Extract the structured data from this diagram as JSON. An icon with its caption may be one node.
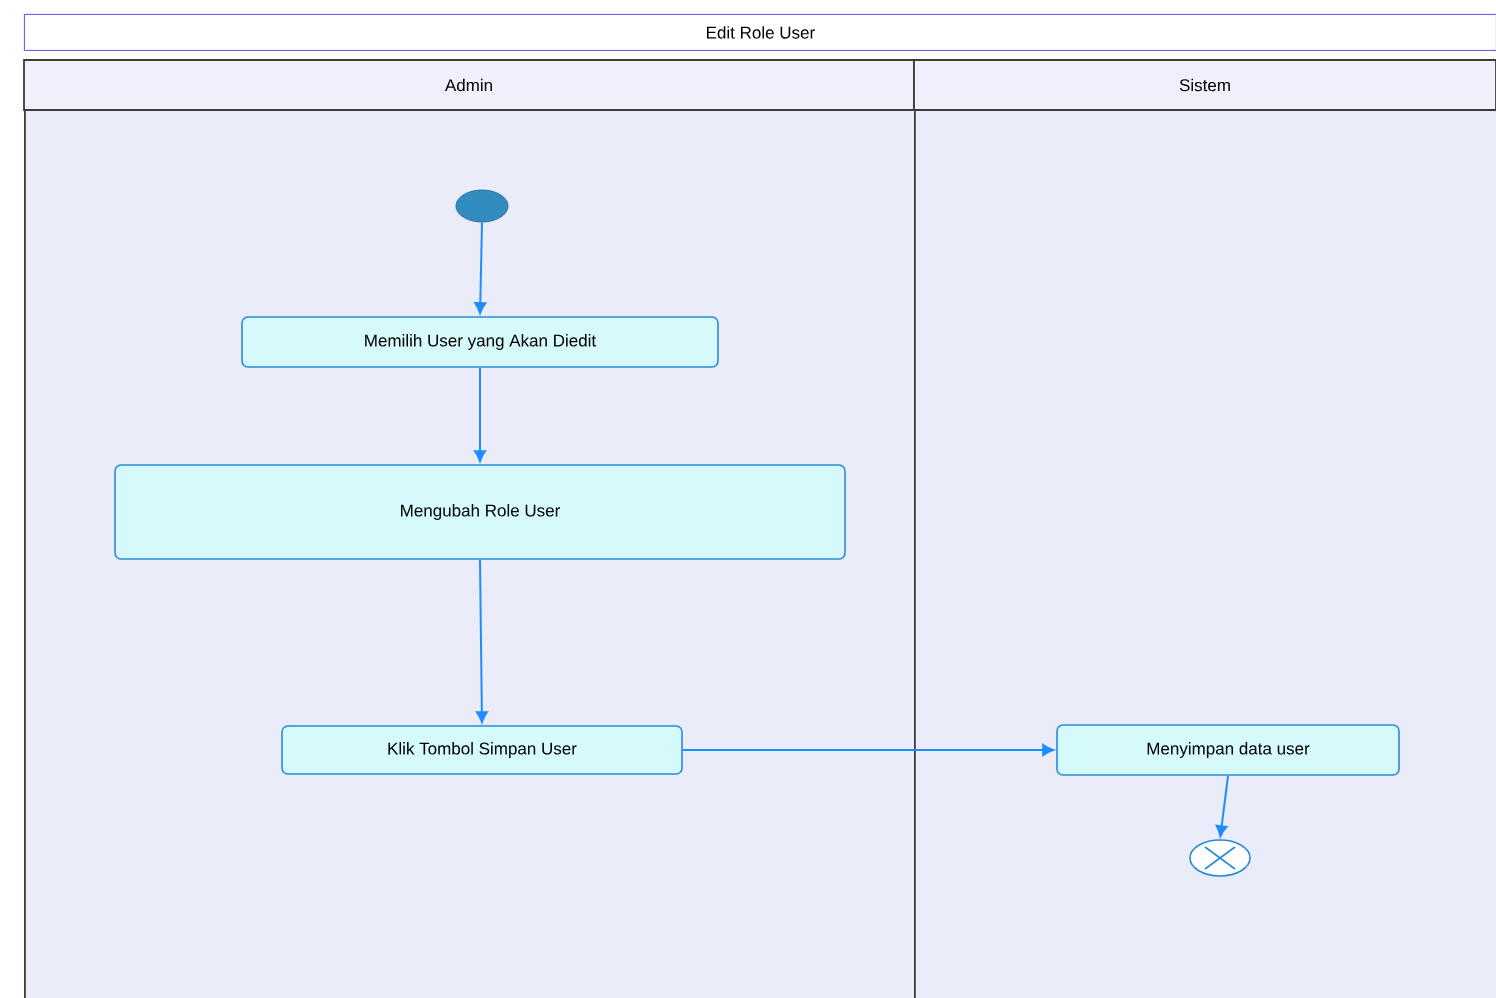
{
  "diagram": {
    "title": "Edit Role User",
    "nodes": [
      {
        "text": [
          "Admin"
        ]
      },
      {
        "text": [
          "Sistem"
        ]
      },
      {
        "text": [],
        "shape": "circle",
        "in": 0
      },
      {
        "text": [
          "Memilih User yang Akan Diedit"
        ],
        "in": 0
      },
      {
        "text": [
          "Mengubah Role User"
        ],
        "in": 0
      },
      {
        "text": [
          "Klik Tombol Simpan User"
        ],
        "in": 0
      },
      {
        "text": [
          "Menyimpan data user"
        ],
        "in": 1
      },
      {
        "text": [],
        "shape": "circle",
        "in": 1
      }
    ],
    "edges": [
      {
        "from": 2,
        "to": 3,
        "arrow": "to"
      },
      {
        "from": 3,
        "to": 4,
        "arrow": "to"
      },
      {
        "from": 4,
        "to": 5,
        "arrow": "to"
      },
      {
        "from": 5,
        "to": 6,
        "arrow": "to"
      },
      {
        "from": 6,
        "to": 7,
        "arrow": "to"
      }
    ]
  }
}
